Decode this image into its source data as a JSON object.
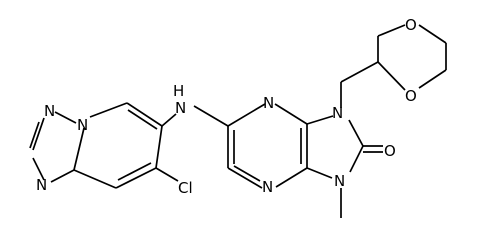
{
  "atoms": {
    "n_tri_top": "N",
    "n_tri_bridge": "N",
    "n_tri_left": "N",
    "nh": "N",
    "nh_h": "H",
    "n_pur_3": "N",
    "n_pur_1": "N",
    "n_pur_9": "N",
    "n_pur_7": "N",
    "o_carbonyl": "O",
    "cl": "Cl",
    "o_diox_top": "O",
    "o_diox_bottom": "O"
  },
  "colors": {
    "ink": "#000000",
    "background": "#ffffff"
  }
}
